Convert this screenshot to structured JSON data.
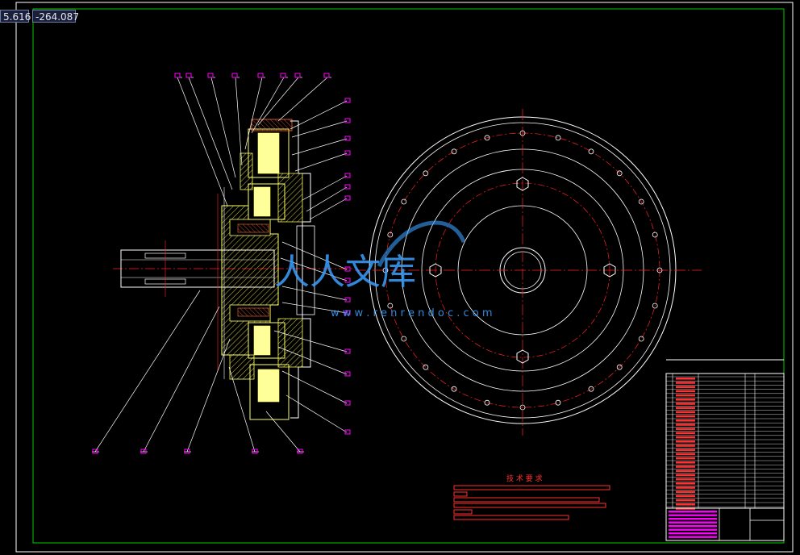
{
  "viewport": {
    "coord_x": "5.616",
    "coord_y": "-264.087"
  },
  "drawing": {
    "tech_req_title": "技 术 要 求",
    "watermark": "人人文库",
    "watermark_url": "w w w . r e n r e n d o c . c o m"
  },
  "colors": {
    "background": "#000000",
    "frame": "#ffffff",
    "inner_frame": "#00cc00",
    "centerline": "#ff2020",
    "section": "#ffff66",
    "balloon": "#ff00ff",
    "text_block": "#ff3030",
    "watermark": "#3aa0ff"
  }
}
